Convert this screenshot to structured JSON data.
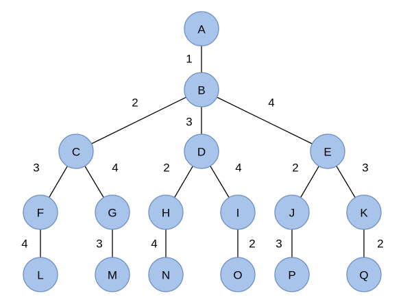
{
  "tree": {
    "nodes": [
      {
        "id": "A",
        "label": "A"
      },
      {
        "id": "B",
        "label": "B"
      },
      {
        "id": "C",
        "label": "C"
      },
      {
        "id": "D",
        "label": "D"
      },
      {
        "id": "E",
        "label": "E"
      },
      {
        "id": "F",
        "label": "F"
      },
      {
        "id": "G",
        "label": "G"
      },
      {
        "id": "H",
        "label": "H"
      },
      {
        "id": "I",
        "label": "I"
      },
      {
        "id": "J",
        "label": "J"
      },
      {
        "id": "K",
        "label": "K"
      },
      {
        "id": "L",
        "label": "L"
      },
      {
        "id": "M",
        "label": "M"
      },
      {
        "id": "N",
        "label": "N"
      },
      {
        "id": "O",
        "label": "O"
      },
      {
        "id": "P",
        "label": "P"
      },
      {
        "id": "Q",
        "label": "Q"
      }
    ],
    "edges": [
      {
        "from": "A",
        "to": "B",
        "weight": "1"
      },
      {
        "from": "B",
        "to": "C",
        "weight": "2"
      },
      {
        "from": "B",
        "to": "D",
        "weight": "3"
      },
      {
        "from": "B",
        "to": "E",
        "weight": "4"
      },
      {
        "from": "C",
        "to": "F",
        "weight": "3"
      },
      {
        "from": "C",
        "to": "G",
        "weight": "4"
      },
      {
        "from": "D",
        "to": "H",
        "weight": "2"
      },
      {
        "from": "D",
        "to": "I",
        "weight": "4"
      },
      {
        "from": "E",
        "to": "J",
        "weight": "2"
      },
      {
        "from": "E",
        "to": "K",
        "weight": "3"
      },
      {
        "from": "F",
        "to": "L",
        "weight": "4"
      },
      {
        "from": "G",
        "to": "M",
        "weight": "3"
      },
      {
        "from": "H",
        "to": "N",
        "weight": "4"
      },
      {
        "from": "I",
        "to": "O",
        "weight": "2"
      },
      {
        "from": "J",
        "to": "P",
        "weight": "3"
      },
      {
        "from": "K",
        "to": "Q",
        "weight": "2"
      }
    ]
  },
  "colors": {
    "node_fill": "#a9c4eb",
    "node_stroke": "#6c8ebf",
    "edge": "#000000",
    "text": "#000000"
  }
}
